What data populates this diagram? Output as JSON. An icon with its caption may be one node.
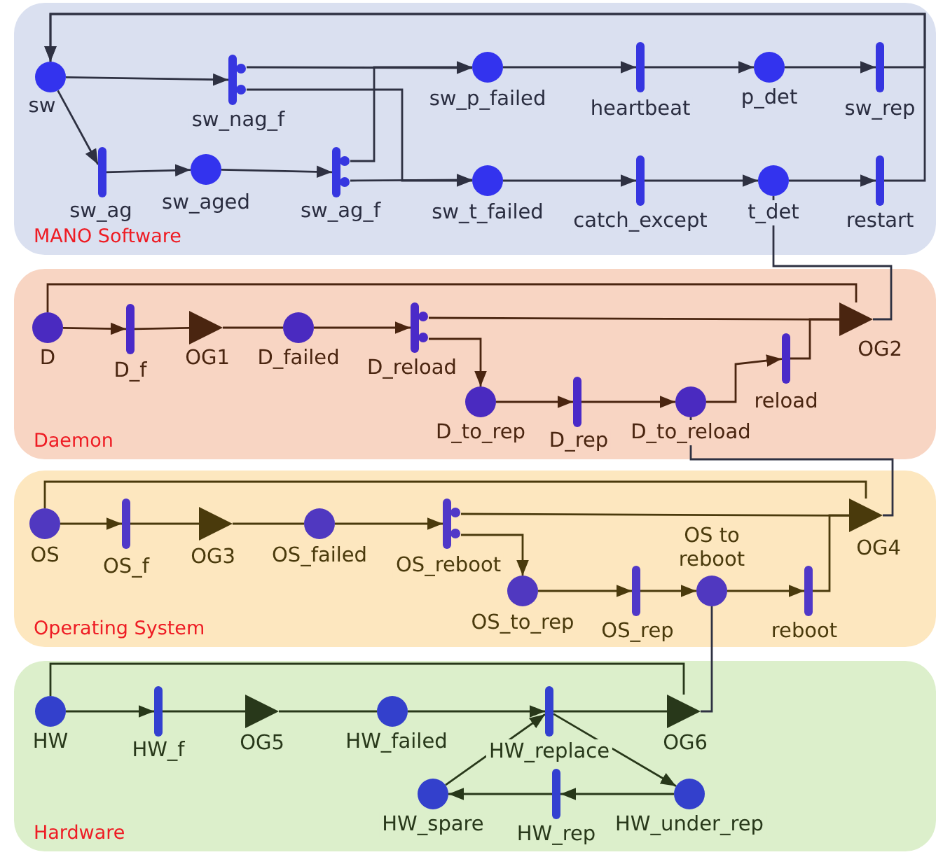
{
  "diagram": {
    "nodes": [
      {
        "text": [
          "MANO Software"
        ]
      },
      {
        "text": [
          "sw"
        ],
        "in": 0
      },
      {
        "text": [
          "sw_nag_f"
        ],
        "in": 0
      },
      {
        "text": [
          "sw_p_failed"
        ],
        "in": 0
      },
      {
        "text": [
          "heartbeat"
        ],
        "in": 0
      },
      {
        "text": [
          "p_det"
        ],
        "in": 0
      },
      {
        "text": [
          "sw_rep"
        ],
        "in": 0
      },
      {
        "text": [
          "sw_ag"
        ],
        "in": 0
      },
      {
        "text": [
          "sw_aged"
        ],
        "in": 0
      },
      {
        "text": [
          "sw_ag_f"
        ],
        "in": 0
      },
      {
        "text": [
          "sw_t_failed"
        ],
        "in": 0
      },
      {
        "text": [
          "catch_except"
        ],
        "in": 0
      },
      {
        "text": [
          "t_det"
        ],
        "in": 0
      },
      {
        "text": [
          "restart"
        ],
        "in": 0
      },
      {
        "text": [
          "Daemon"
        ]
      },
      {
        "text": [
          "D"
        ],
        "in": 14
      },
      {
        "text": [
          "D_f"
        ],
        "in": 14
      },
      {
        "text": [
          "OG1"
        ],
        "in": 14
      },
      {
        "text": [
          "D_failed"
        ],
        "in": 14
      },
      {
        "text": [
          "D_reload"
        ],
        "in": 14
      },
      {
        "text": [
          "OG2"
        ],
        "in": 14
      },
      {
        "text": [
          "D_to_rep"
        ],
        "in": 14
      },
      {
        "text": [
          "D_rep"
        ],
        "in": 14
      },
      {
        "text": [
          "D_to_reload"
        ],
        "in": 14
      },
      {
        "text": [
          "reload"
        ],
        "in": 14
      },
      {
        "text": [
          "Operating System"
        ]
      },
      {
        "text": [
          "OS"
        ],
        "in": 25
      },
      {
        "text": [
          "OS_f"
        ],
        "in": 25
      },
      {
        "text": [
          "OG3"
        ],
        "in": 25
      },
      {
        "text": [
          "OS_failed"
        ],
        "in": 25
      },
      {
        "text": [
          "OS_reboot"
        ],
        "in": 25
      },
      {
        "text": [
          "OG4"
        ],
        "in": 25
      },
      {
        "text": [
          "OS_to_rep"
        ],
        "in": 25
      },
      {
        "text": [
          "OS_rep"
        ],
        "in": 25
      },
      {
        "text": [
          "OS to reboot"
        ],
        "in": 25
      },
      {
        "text": [
          "reboot"
        ],
        "in": 25
      },
      {
        "text": [
          "Hardware"
        ]
      },
      {
        "text": [
          "HW"
        ],
        "in": 36
      },
      {
        "text": [
          "HW_f"
        ],
        "in": 36
      },
      {
        "text": [
          "OG5"
        ],
        "in": 36
      },
      {
        "text": [
          "HW_failed"
        ],
        "in": 36
      },
      {
        "text": [
          "HW_replace"
        ],
        "in": 36
      },
      {
        "text": [
          "OG6"
        ],
        "in": 36
      },
      {
        "text": [
          "HW_spare"
        ],
        "in": 36
      },
      {
        "text": [
          "HW_rep"
        ],
        "in": 36
      },
      {
        "text": [
          "HW_under_rep"
        ],
        "in": 36
      }
    ],
    "edges": [
      {
        "from": 1,
        "to": 2,
        "arrow": "to"
      },
      {
        "from": 1,
        "to": 7,
        "arrow": "to"
      },
      {
        "from": 7,
        "to": 8,
        "arrow": "to"
      },
      {
        "from": 8,
        "to": 9,
        "arrow": "to"
      },
      {
        "from": 2,
        "to": 3,
        "arrow": "to"
      },
      {
        "from": 2,
        "to": 10,
        "arrow": "to"
      },
      {
        "from": 9,
        "to": 3,
        "arrow": "to"
      },
      {
        "from": 9,
        "to": 10,
        "arrow": "to"
      },
      {
        "from": 3,
        "to": 4,
        "arrow": "to"
      },
      {
        "from": 4,
        "to": 5,
        "arrow": "to"
      },
      {
        "from": 5,
        "to": 6,
        "arrow": "to"
      },
      {
        "from": 10,
        "to": 11,
        "arrow": "to"
      },
      {
        "from": 11,
        "to": 12,
        "arrow": "to"
      },
      {
        "from": 12,
        "to": 13,
        "arrow": "to"
      },
      {
        "from": 6,
        "to": 1,
        "arrow": "to"
      },
      {
        "from": 13,
        "to": 1,
        "arrow": "to"
      },
      {
        "from": 20,
        "to": 12,
        "arrow": "none"
      },
      {
        "from": 15,
        "to": 16,
        "arrow": "to",
        "color": "#4a2510"
      },
      {
        "from": 16,
        "to": 17,
        "arrow": "none",
        "color": "#4a2510"
      },
      {
        "from": 17,
        "to": 18,
        "arrow": "none",
        "color": "#4a2510"
      },
      {
        "from": 18,
        "to": 19,
        "arrow": "to",
        "color": "#4a2510"
      },
      {
        "from": 19,
        "to": 20,
        "arrow": "none",
        "color": "#4a2510"
      },
      {
        "from": 19,
        "to": 21,
        "arrow": "to",
        "color": "#4a2510"
      },
      {
        "from": 21,
        "to": 22,
        "arrow": "to",
        "color": "#4a2510"
      },
      {
        "from": 22,
        "to": 23,
        "arrow": "to",
        "color": "#4a2510"
      },
      {
        "from": 23,
        "to": 24,
        "arrow": "to",
        "color": "#4a2510"
      },
      {
        "from": 24,
        "to": 20,
        "arrow": "none",
        "color": "#4a2510"
      },
      {
        "from": 15,
        "to": 20,
        "arrow": "none",
        "color": "#4a2510"
      },
      {
        "from": 31,
        "to": 23,
        "arrow": "none"
      },
      {
        "from": 26,
        "to": 27,
        "arrow": "to",
        "color": "#4a3a0c"
      },
      {
        "from": 27,
        "to": 28,
        "arrow": "none",
        "color": "#4a3a0c"
      },
      {
        "from": 28,
        "to": 29,
        "arrow": "none",
        "color": "#4a3a0c"
      },
      {
        "from": 29,
        "to": 30,
        "arrow": "to",
        "color": "#4a3a0c"
      },
      {
        "from": 30,
        "to": 31,
        "arrow": "none",
        "color": "#4a3a0c"
      },
      {
        "from": 30,
        "to": 32,
        "arrow": "to",
        "color": "#4a3a0c"
      },
      {
        "from": 32,
        "to": 33,
        "arrow": "to",
        "color": "#4a3a0c"
      },
      {
        "from": 33,
        "to": 34,
        "arrow": "to",
        "color": "#4a3a0c"
      },
      {
        "from": 34,
        "to": 35,
        "arrow": "to",
        "color": "#4a3a0c"
      },
      {
        "from": 35,
        "to": 31,
        "arrow": "none",
        "color": "#4a3a0c"
      },
      {
        "from": 26,
        "to": 31,
        "arrow": "none",
        "color": "#4a3a0c"
      },
      {
        "from": 42,
        "to": 34,
        "arrow": "none"
      },
      {
        "from": 37,
        "to": 38,
        "arrow": "to",
        "color": "#28381a"
      },
      {
        "from": 38,
        "to": 39,
        "arrow": "none",
        "color": "#28381a"
      },
      {
        "from": 39,
        "to": 40,
        "arrow": "none",
        "color": "#28381a"
      },
      {
        "from": 40,
        "to": 41,
        "arrow": "to",
        "color": "#28381a"
      },
      {
        "from": 41,
        "to": 42,
        "arrow": "none",
        "color": "#28381a"
      },
      {
        "from": 37,
        "to": 42,
        "arrow": "none",
        "color": "#28381a"
      },
      {
        "from": 43,
        "to": 41,
        "arrow": "to",
        "color": "#28381a"
      },
      {
        "from": 41,
        "to": 45,
        "arrow": "to",
        "color": "#28381a"
      },
      {
        "from": 45,
        "to": 44,
        "arrow": "to",
        "color": "#28381a"
      },
      {
        "from": 44,
        "to": 43,
        "arrow": "to",
        "color": "#28381a"
      }
    ]
  }
}
